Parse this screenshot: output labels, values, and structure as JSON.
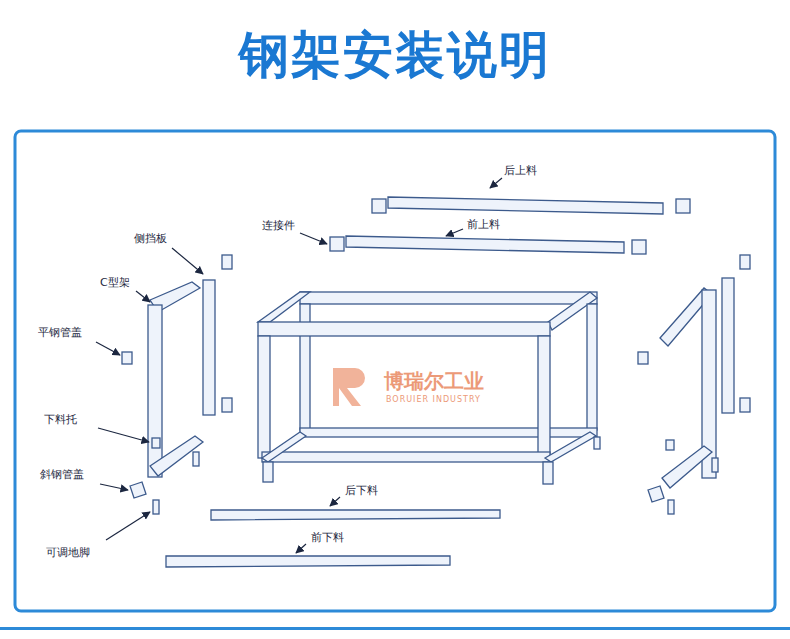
{
  "diagram": {
    "title": "钢架安装说明",
    "labels": [
      "后上料",
      "侧挡板",
      "连接件",
      "前上料",
      "C型架",
      "平钢管盖",
      "博瑞尔工业",
      "BORUIER INDUSTRY",
      "下料托",
      "斜钢管盖",
      "后下料",
      "前下料",
      "可调地脚"
    ]
  }
}
